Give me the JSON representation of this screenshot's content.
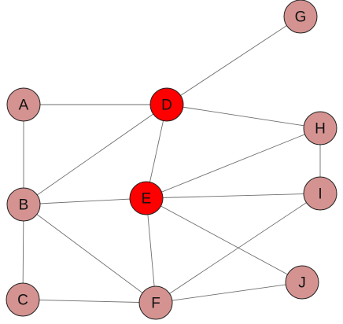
{
  "graph": {
    "colors": {
      "normal": "#d49391",
      "highlight": "#ff0000",
      "edge": "#6e6e6e",
      "stroke": "#222222"
    },
    "nodes": [
      {
        "id": "A",
        "label": "A",
        "highlighted": false
      },
      {
        "id": "B",
        "label": "B",
        "highlighted": false
      },
      {
        "id": "C",
        "label": "C",
        "highlighted": false
      },
      {
        "id": "D",
        "label": "D",
        "highlighted": true
      },
      {
        "id": "E",
        "label": "E",
        "highlighted": true
      },
      {
        "id": "F",
        "label": "F",
        "highlighted": false
      },
      {
        "id": "G",
        "label": "G",
        "highlighted": false
      },
      {
        "id": "H",
        "label": "H",
        "highlighted": false
      },
      {
        "id": "I",
        "label": "I",
        "highlighted": false
      },
      {
        "id": "J",
        "label": "J",
        "highlighted": false
      }
    ],
    "edges": [
      [
        "A",
        "D"
      ],
      [
        "A",
        "B"
      ],
      [
        "B",
        "D"
      ],
      [
        "B",
        "E"
      ],
      [
        "B",
        "C"
      ],
      [
        "B",
        "F"
      ],
      [
        "C",
        "F"
      ],
      [
        "D",
        "G"
      ],
      [
        "D",
        "H"
      ],
      [
        "D",
        "E"
      ],
      [
        "E",
        "H"
      ],
      [
        "E",
        "I"
      ],
      [
        "E",
        "J"
      ],
      [
        "E",
        "F"
      ],
      [
        "H",
        "I"
      ],
      [
        "I",
        "F"
      ],
      [
        "F",
        "J"
      ]
    ]
  }
}
